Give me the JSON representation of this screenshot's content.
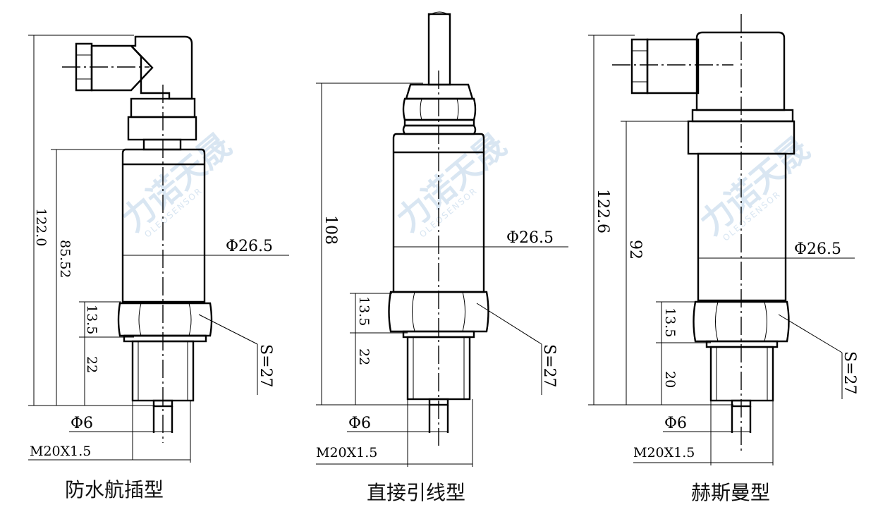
{
  "watermark": {
    "brand": "力诺天晟",
    "sub": "OLEOSENSOR"
  },
  "left": {
    "caption": "防水航插型",
    "dims": {
      "overall": "122.0",
      "body": "85.52",
      "hex": "13.5",
      "thread": "22",
      "dia": "Φ26.5",
      "s": "S=27",
      "pin": "Φ6",
      "m": "M20X1.5"
    }
  },
  "middle": {
    "caption": "直接引线型",
    "dims": {
      "overall": "108",
      "hex": "13.5",
      "thread": "22",
      "dia": "Φ26.5",
      "s": "S=27",
      "pin": "Φ6",
      "m": "M20X1.5"
    }
  },
  "right": {
    "caption": "赫斯曼型",
    "dims": {
      "overall": "122.6",
      "body": "92",
      "hex": "13.5",
      "thread": "20",
      "dia": "Φ26.5",
      "s": "S=27",
      "pin": "Φ6",
      "m": "M20X1.5"
    }
  }
}
